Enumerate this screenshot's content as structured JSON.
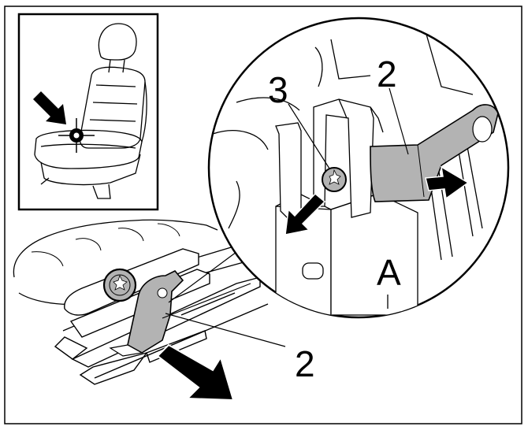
{
  "callouts": {
    "part_3": "3",
    "part_2_upper": "2",
    "part_2_lower": "2",
    "detail_letter": "A"
  },
  "colors": {
    "line": "#000000",
    "part_fill": "#b3b3b3",
    "background": "#ffffff"
  },
  "icons": [
    "seat-locator-icon",
    "arrow-icon",
    "torx-screw-icon",
    "bracket-icon"
  ]
}
